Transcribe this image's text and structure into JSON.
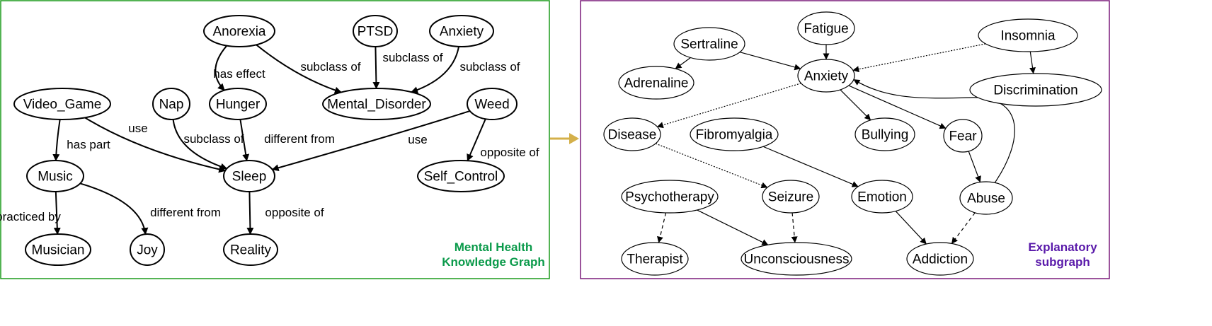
{
  "left_panel": {
    "caption_line1": "Mental Health",
    "caption_line2": "Knowledge Graph",
    "border_color": "#1a9a1a",
    "caption_color": "#0a9a4a",
    "nodes": [
      {
        "id": "anorexia",
        "label": "Anorexia"
      },
      {
        "id": "ptsd",
        "label": "PTSD"
      },
      {
        "id": "anxiety",
        "label": "Anxiety"
      },
      {
        "id": "video_game",
        "label": "Video_Game"
      },
      {
        "id": "nap",
        "label": "Nap"
      },
      {
        "id": "hunger",
        "label": "Hunger"
      },
      {
        "id": "mental_disorder",
        "label": "Mental_Disorder"
      },
      {
        "id": "weed",
        "label": "Weed"
      },
      {
        "id": "music",
        "label": "Music"
      },
      {
        "id": "sleep",
        "label": "Sleep"
      },
      {
        "id": "self_control",
        "label": "Self_Control"
      },
      {
        "id": "musician",
        "label": "Musician"
      },
      {
        "id": "joy",
        "label": "Joy"
      },
      {
        "id": "reality",
        "label": "Reality"
      }
    ],
    "edges": [
      {
        "from": "anorexia",
        "to": "hunger",
        "label": "has effect"
      },
      {
        "from": "anorexia",
        "to": "mental_disorder",
        "label": "subclass of"
      },
      {
        "from": "ptsd",
        "to": "mental_disorder",
        "label": "subclass of"
      },
      {
        "from": "anxiety",
        "to": "mental_disorder",
        "label": "subclass of"
      },
      {
        "from": "video_game",
        "to": "music",
        "label": "has part"
      },
      {
        "from": "video_game",
        "to": "sleep",
        "label": "use"
      },
      {
        "from": "nap",
        "to": "sleep",
        "label": "subclass of"
      },
      {
        "from": "hunger",
        "to": "sleep",
        "label": "different from"
      },
      {
        "from": "weed",
        "to": "sleep",
        "label": "use"
      },
      {
        "from": "weed",
        "to": "self_control",
        "label": "opposite of"
      },
      {
        "from": "music",
        "to": "musician",
        "label": "practiced by"
      },
      {
        "from": "music",
        "to": "joy",
        "label": "different from"
      },
      {
        "from": "sleep",
        "to": "reality",
        "label": "opposite of"
      }
    ]
  },
  "transition_arrow_color": "#d4b04a",
  "right_panel": {
    "caption_line1": "Explanatory",
    "caption_line2": "subgraph",
    "border_color": "#7a1a7a",
    "caption_color": "#5a1aaa",
    "nodes": [
      {
        "id": "sertraline",
        "label": "Sertraline"
      },
      {
        "id": "fatigue",
        "label": "Fatigue"
      },
      {
        "id": "insomnia",
        "label": "Insomnia"
      },
      {
        "id": "adrenaline",
        "label": "Adrenaline"
      },
      {
        "id": "anxiety",
        "label": "Anxiety"
      },
      {
        "id": "discrimination",
        "label": "Discrimination"
      },
      {
        "id": "disease",
        "label": "Disease"
      },
      {
        "id": "fibromyalgia",
        "label": "Fibromyalgia"
      },
      {
        "id": "bullying",
        "label": "Bullying"
      },
      {
        "id": "fear",
        "label": "Fear"
      },
      {
        "id": "psychotherapy",
        "label": "Psychotherapy"
      },
      {
        "id": "seizure",
        "label": "Seizure"
      },
      {
        "id": "emotion",
        "label": "Emotion"
      },
      {
        "id": "abuse",
        "label": "Abuse"
      },
      {
        "id": "therapist",
        "label": "Therapist"
      },
      {
        "id": "unconsciousness",
        "label": "Unconsciousness"
      },
      {
        "id": "addiction",
        "label": "Addiction"
      }
    ],
    "edges": [
      {
        "from": "sertraline",
        "to": "adrenaline",
        "style": "solid"
      },
      {
        "from": "sertraline",
        "to": "anxiety",
        "style": "solid"
      },
      {
        "from": "fatigue",
        "to": "anxiety",
        "style": "solid"
      },
      {
        "from": "insomnia",
        "to": "anxiety",
        "style": "dotted"
      },
      {
        "from": "insomnia",
        "to": "discrimination",
        "style": "solid"
      },
      {
        "from": "anxiety",
        "to": "disease",
        "style": "dotted"
      },
      {
        "from": "anxiety",
        "to": "bullying",
        "style": "solid"
      },
      {
        "from": "anxiety",
        "to": "fear",
        "style": "solid"
      },
      {
        "from": "abuse",
        "to": "anxiety",
        "style": "solid"
      },
      {
        "from": "disease",
        "to": "seizure",
        "style": "dotted"
      },
      {
        "from": "fibromyalgia",
        "to": "emotion",
        "style": "solid"
      },
      {
        "from": "fear",
        "to": "abuse",
        "style": "solid"
      },
      {
        "from": "psychotherapy",
        "to": "therapist",
        "style": "dashed"
      },
      {
        "from": "psychotherapy",
        "to": "unconsciousness",
        "style": "solid"
      },
      {
        "from": "seizure",
        "to": "unconsciousness",
        "style": "dashed"
      },
      {
        "from": "emotion",
        "to": "addiction",
        "style": "solid"
      },
      {
        "from": "abuse",
        "to": "addiction",
        "style": "dashed"
      }
    ]
  }
}
